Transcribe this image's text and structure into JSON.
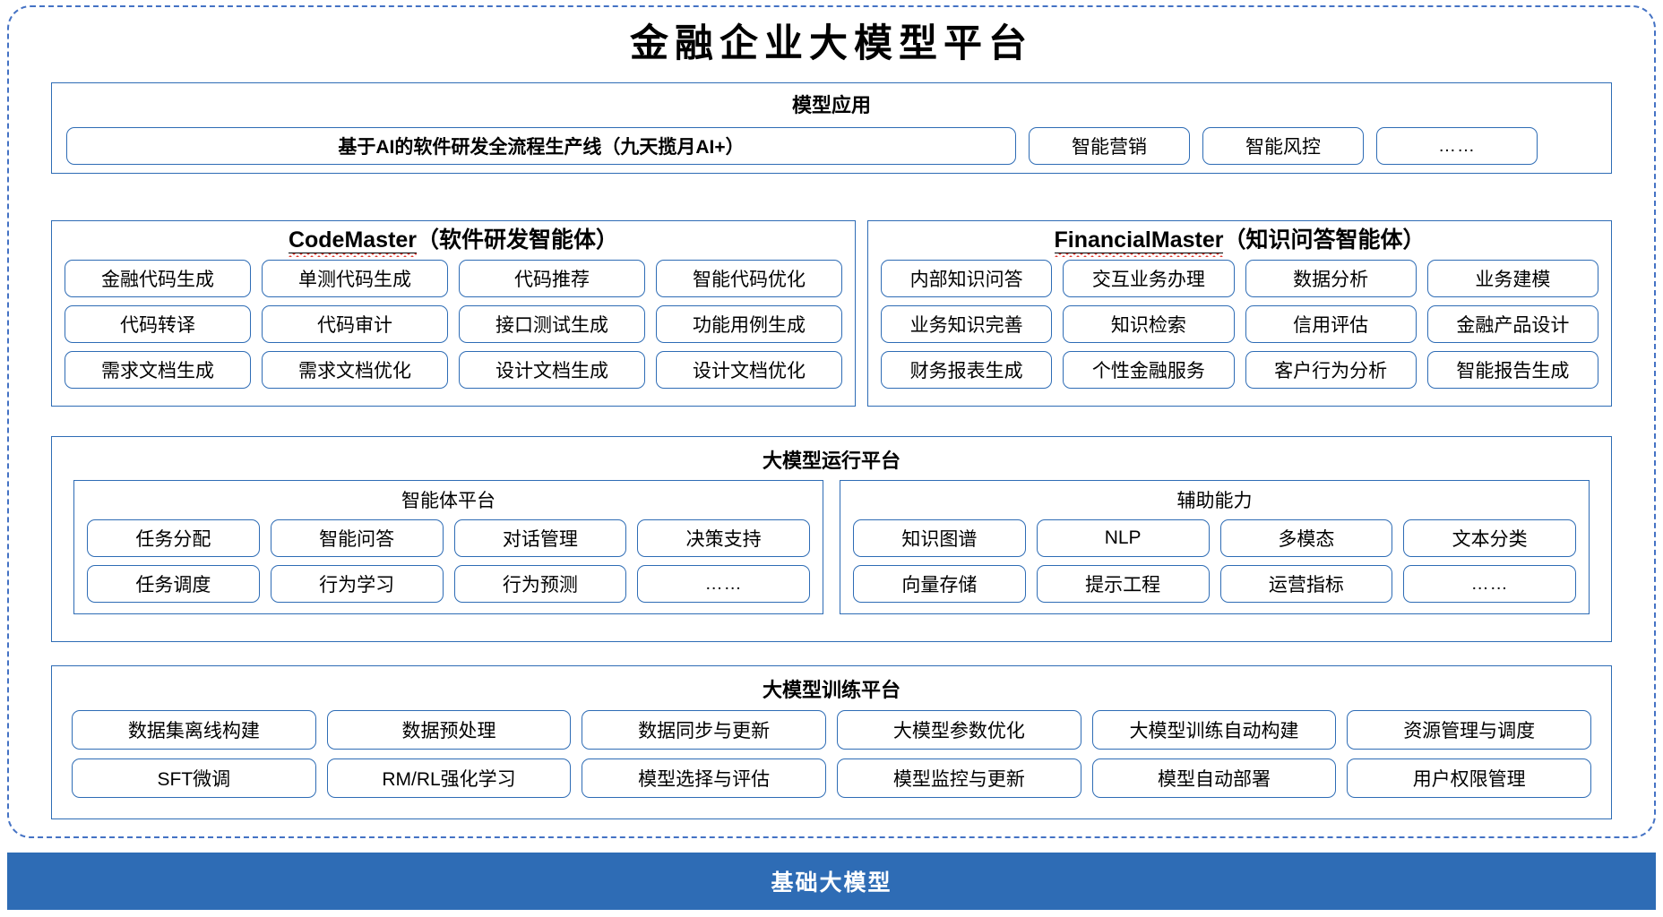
{
  "title": "金融企业大模型平台",
  "sections": {
    "apps": {
      "title": "模型应用",
      "banner": "基于AI的软件研发全流程生产线（九天揽月AI+）",
      "items": [
        "智能营销",
        "智能风控",
        "……"
      ]
    },
    "code_master": {
      "name": "CodeMaster",
      "suffix": "（软件研发智能体）",
      "rows": [
        [
          "金融代码生成",
          "单测代码生成",
          "代码推荐",
          "智能代码优化"
        ],
        [
          "代码转译",
          "代码审计",
          "接口测试生成",
          "功能用例生成"
        ],
        [
          "需求文档生成",
          "需求文档优化",
          "设计文档生成",
          "设计文档优化"
        ]
      ]
    },
    "financial_master": {
      "name": "FinancialMaster",
      "suffix": "（知识问答智能体）",
      "rows": [
        [
          "内部知识问答",
          "交互业务办理",
          "数据分析",
          "业务建模"
        ],
        [
          "业务知识完善",
          "知识检索",
          "信用评估",
          "金融产品设计"
        ],
        [
          "财务报表生成",
          "个性金融服务",
          "客户行为分析",
          "智能报告生成"
        ]
      ]
    },
    "runtime": {
      "title": "大模型运行平台",
      "agent_platform": {
        "title": "智能体平台",
        "rows": [
          [
            "任务分配",
            "智能问答",
            "对话管理",
            "决策支持"
          ],
          [
            "任务调度",
            "行为学习",
            "行为预测",
            "……"
          ]
        ]
      },
      "support_capability": {
        "title": "辅助能力",
        "rows": [
          [
            "知识图谱",
            "NLP",
            "多模态",
            "文本分类"
          ],
          [
            "向量存储",
            "提示工程",
            "运营指标",
            "……"
          ]
        ]
      }
    },
    "training": {
      "title": "大模型训练平台",
      "rows": [
        [
          "数据集离线构建",
          "数据预处理",
          "数据同步与更新",
          "大模型参数优化",
          "大模型训练自动构建",
          "资源管理与调度"
        ],
        [
          "SFT微调",
          "RM/RL强化学习",
          "模型选择与评估",
          "模型监控与更新",
          "模型自动部署",
          "用户权限管理"
        ]
      ]
    },
    "base": {
      "title": "基础大模型"
    }
  },
  "colors": {
    "accent_blue": "#2E6CB5",
    "frame_blue": "#4472C4",
    "spellcheck_red": "#e03a2f",
    "background": "#ffffff"
  }
}
